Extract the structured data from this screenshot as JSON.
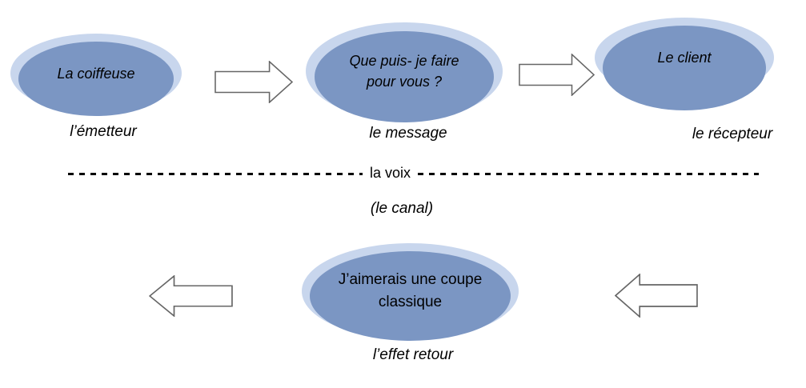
{
  "diagram": {
    "nodes": {
      "sender": {
        "text": "La coiffeuse",
        "label": "l’émetteur"
      },
      "message": {
        "line1": "Que puis- je faire",
        "line2": "pour vous ?",
        "label": "le message"
      },
      "receiver": {
        "text": "Le client",
        "label": "le récepteur"
      },
      "feedback": {
        "line1": "J’aimerais une coupe",
        "line2": "classique",
        "label": "l’effet retour"
      }
    },
    "channel": {
      "line_text": "la voix",
      "label": "(le canal)"
    },
    "arrows": [
      {
        "name": "arrow-sender-to-message",
        "direction": "right"
      },
      {
        "name": "arrow-message-to-receiver",
        "direction": "right"
      },
      {
        "name": "arrow-feedback-to-sender",
        "direction": "left"
      },
      {
        "name": "arrow-receiver-to-feedback",
        "direction": "left"
      }
    ],
    "colors": {
      "ellipse_fill": "#7b96c3",
      "ellipse_ring": "#c8d6ed",
      "arrow_fill": "#ffffff",
      "arrow_outline": "#666666",
      "dash_color": "#000000",
      "text_color": "#000000"
    }
  }
}
